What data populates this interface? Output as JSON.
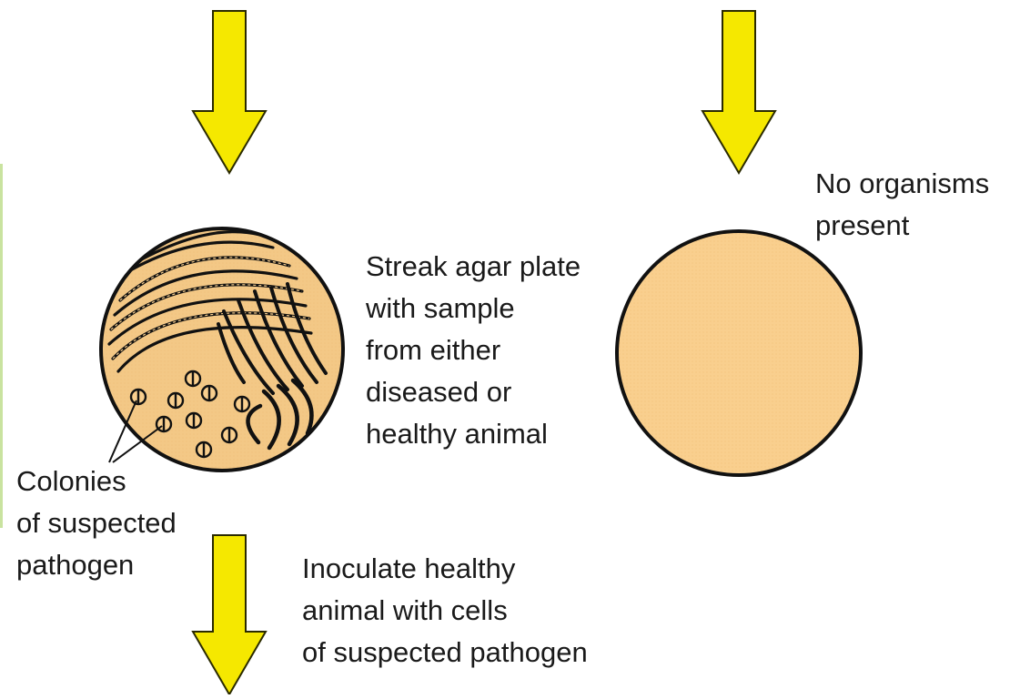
{
  "colors": {
    "arrow_fill": "#f5e800",
    "arrow_stroke": "#2a2a00",
    "agar_fill": "#f9cf8e",
    "outline": "#111111",
    "side_bar": "#c9e3a0"
  },
  "labels": {
    "streak": "Streak agar plate\nwith sample\nfrom either\ndiseased or\nhealthy animal",
    "no_organisms": "No organisms\npresent",
    "colonies": "Colonies\nof suspected\npathogen",
    "inoculate": "Inoculate healthy\nanimal with cells\nof suspected pathogen"
  }
}
